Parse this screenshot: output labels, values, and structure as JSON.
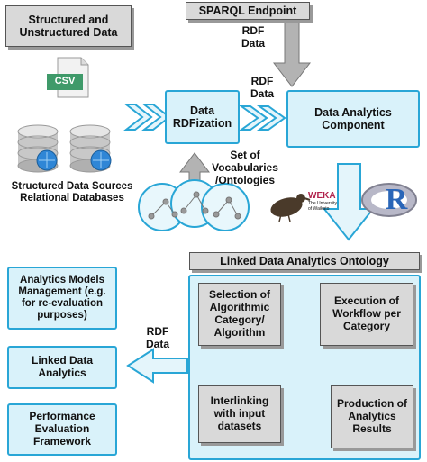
{
  "nodes": {
    "structured_unstructured": "Structured and\nUnstructured Data",
    "sparql_endpoint": "SPARQL Endpoint",
    "data_rdfization": "Data\nRDFization",
    "data_analytics_component": "Data Analytics\nComponent",
    "linked_data_analytics_ontology": "Linked Data Analytics Ontology",
    "selection": "Selection of\nAlgorithmic\nCategory/\nAlgorithm",
    "execution": "Execution of\nWorkflow per\nCategory",
    "production": "Production of\nAnalytics\nResults",
    "interlinking": "Interlinking\nwith input\ndatasets",
    "analytics_models": "Analytics Models\nManagement (e.g.\nfor re-evaluation\npurposes)",
    "linked_data_analytics": "Linked Data\nAnalytics",
    "performance_framework": "Performance\nEvaluation\nFramework"
  },
  "labels": {
    "rdf_data_1": "RDF\nData",
    "rdf_data_2": "RDF\nData",
    "rdf_data_3": "RDF\nData",
    "vocabularies": "Set of\nVocabularies\n/Ontologies",
    "data_sources": "Structured Data Sources\nRelational Databases",
    "csv": "CSV",
    "weka": "WEKA",
    "weka_sub": "The University\nof Waikato",
    "r_logo": "R"
  },
  "colors": {
    "cyan_fill": "#d9f2fa",
    "cyan_border": "#29a6d6",
    "gray_fill": "#d9d9d9",
    "arrow_fill": "#e4f5fb",
    "csv_green": "#3f9a6a"
  }
}
